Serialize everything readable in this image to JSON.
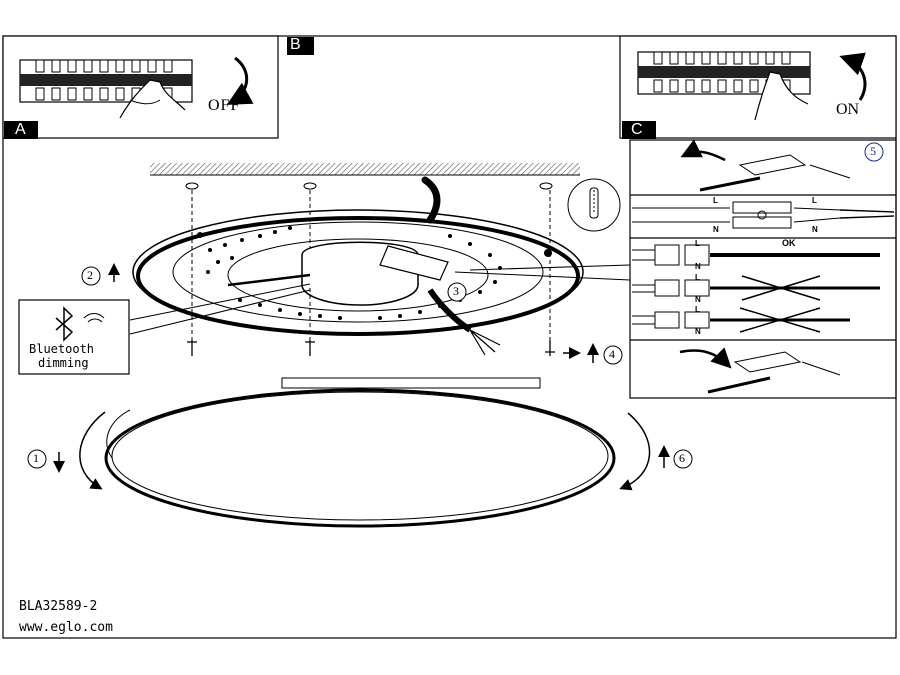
{
  "panel_b": {
    "tag": "B",
    "switch_label": "OFF"
  },
  "panel_a": {
    "tag": "A"
  },
  "panel_c": {
    "tag": "C",
    "switch_label": "ON"
  },
  "bluetooth_box": {
    "line1": "Bluetooth",
    "line2": "dimming"
  },
  "steps": {
    "s1": "1",
    "s2": "2",
    "s3": "3",
    "s4": "4",
    "s5": "5",
    "s6": "6"
  },
  "wiring": {
    "top": {
      "l": "L",
      "n": "N",
      "l2": "L",
      "n2": "N"
    },
    "ok_label": "OK",
    "row1": {
      "l": "L",
      "n": "N"
    },
    "row2": {
      "l": "L",
      "n": "N"
    },
    "row3": {
      "l": "L",
      "n": "N"
    }
  },
  "footer": {
    "model": "BLA32589-2",
    "website": "www.eglo.com"
  }
}
